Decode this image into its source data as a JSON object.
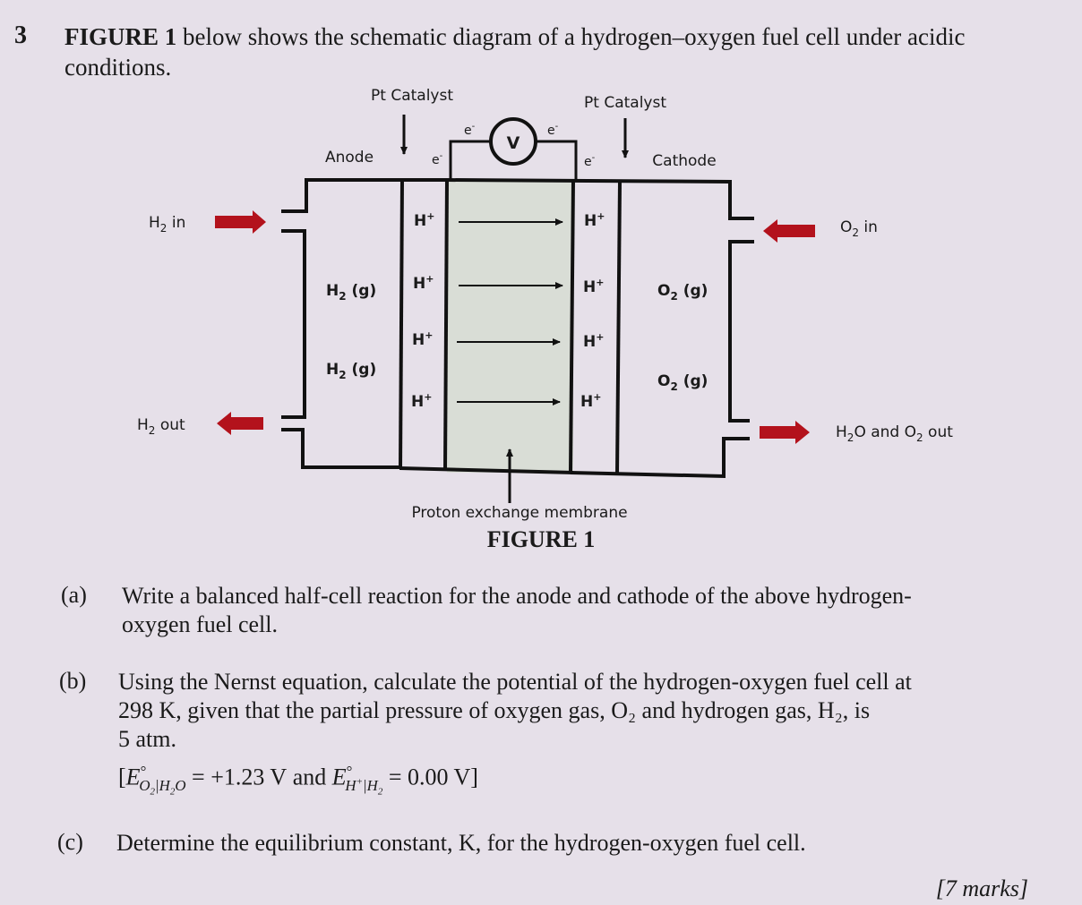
{
  "question": {
    "number": "3",
    "intro_bold": "FIGURE 1",
    "intro_rest": " below shows the schematic diagram of a hydrogen–oxygen fuel cell under acidic conditions."
  },
  "figure": {
    "caption": "FIGURE 1",
    "labels": {
      "pt_catalyst_left": "Pt Catalyst",
      "pt_catalyst_right": "Pt Catalyst",
      "anode": "Anode",
      "cathode": "Cathode",
      "voltmeter": "V",
      "electron": "e",
      "h2_in": "H₂ in",
      "h2_out": "H₂ out",
      "o2_in": "O₂ in",
      "h2o_o2_out": "H₂O and O₂ out",
      "h2_gas": "H₂ (g)",
      "o2_gas": "O₂ (g)",
      "proton": "H⁺",
      "membrane": "Proton exchange membrane"
    },
    "colors": {
      "background": "#e6e0e9",
      "membrane_fill": "#d9ddd6",
      "arrow_red": "#b3121c",
      "line": "#111111"
    }
  },
  "parts": [
    {
      "label": "(a)",
      "lines": [
        "Write a balanced half-cell reaction for the anode and cathode of the above hydrogen-",
        "oxygen fuel cell."
      ]
    },
    {
      "label": "(b)",
      "lines": [
        "Using the Nernst equation, calculate the potential of the hydrogen-oxygen fuel cell at",
        "298 K, given that the partial pressure of oxygen gas, O₂ and hydrogen gas, H₂, is",
        "5 atm."
      ],
      "given": {
        "e1_value": "= +1.23 V",
        "joiner": "and",
        "e2_value": "= 0.00 V]"
      }
    },
    {
      "label": "(c)",
      "lines": [
        "Determine the equilibrium constant, K, for the hydrogen-oxygen fuel cell."
      ]
    }
  ],
  "marks": "[7 marks]"
}
